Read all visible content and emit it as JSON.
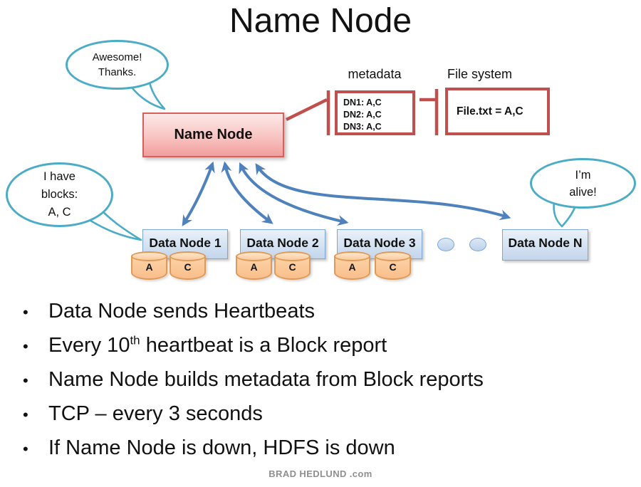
{
  "title": "Name Node",
  "speech_bubbles": {
    "awesome": {
      "text": "Awesome!\nThanks."
    },
    "have_blocks": {
      "text": "I have\nblocks:\nA, C"
    },
    "alive": {
      "text": "I’m\nalive!"
    }
  },
  "name_node": {
    "label": "Name Node"
  },
  "metadata_panel": {
    "label": "metadata",
    "entries": [
      "DN1: A,C",
      "DN2: A,C",
      "DN3: A,C"
    ]
  },
  "file_system_panel": {
    "label": "File system",
    "content": "File.txt = A,C"
  },
  "data_nodes": [
    {
      "label": "Data Node 1",
      "blocks": [
        "A",
        "C"
      ]
    },
    {
      "label": "Data Node 2",
      "blocks": [
        "A",
        "C"
      ]
    },
    {
      "label": "Data Node 3",
      "blocks": [
        "A",
        "C"
      ]
    },
    {
      "label": "Data Node N",
      "blocks": []
    }
  ],
  "bullets": [
    {
      "pre": "Data Node sends Heartbeats"
    },
    {
      "pre": "Every 10",
      "sup": "th",
      "post": " heartbeat is a Block report"
    },
    {
      "pre": "Name Node builds metadata from Block reports"
    },
    {
      "pre": "TCP – every 3 seconds"
    },
    {
      "pre": "If Name Node is down, HDFS is down"
    }
  ],
  "footer": "BRAD HEDLUND .com",
  "colors": {
    "bubble_border": "#4BACC6",
    "red_accent": "#C0504D",
    "arrow_blue": "#4F81BD",
    "name_node_fill_top": "#FDE9E8",
    "name_node_fill_bottom": "#F19E9C",
    "name_node_border": "#D5605C",
    "data_node_border": "#7EA6D4",
    "data_node_fill": "#C3D6EC",
    "cylinder_border": "#E09A58",
    "cylinder_fill": "#F9BE8B"
  }
}
